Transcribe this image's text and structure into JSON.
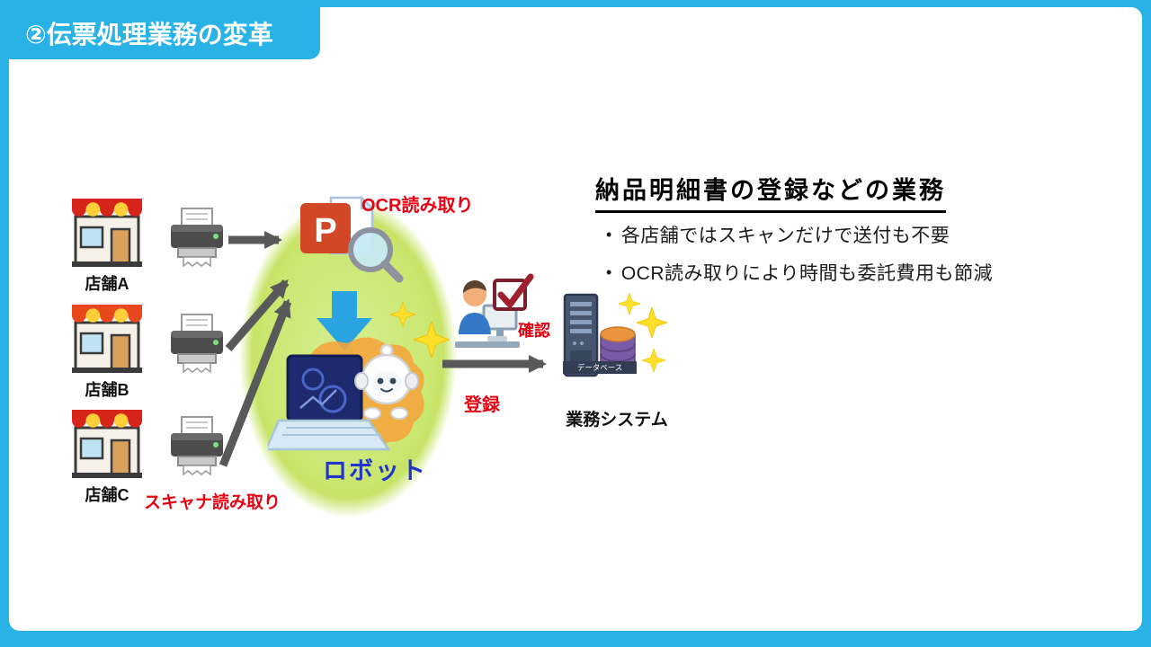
{
  "slide": {
    "title": "②伝票処理業務の変革"
  },
  "colors": {
    "frame_cyan": "#29b2e6",
    "highlight_red": "#e60012",
    "robot_blue": "#2433cc",
    "ellipse_green": "#cbe873",
    "arrow_gray": "#595959",
    "down_arrow_blue": "#2aa3e1",
    "sparkle_yellow": "#ffdf2b"
  },
  "stores": [
    {
      "label": "店舗A"
    },
    {
      "label": "店舗B"
    },
    {
      "label": "店舗C"
    }
  ],
  "flow": {
    "ocr_label": "OCR読み取り",
    "scanner_label": "スキャナ読み取り",
    "robot_label": "ロボット",
    "register_label": "登録",
    "confirm_label": "確認",
    "system_label": "業務システム",
    "database_label": "データベース",
    "doc_letter": "P"
  },
  "panel": {
    "heading": "納品明細書の登録などの業務",
    "bullets": [
      "各店舗ではスキャンだけで送付も不要",
      "OCR読み取りにより時間も委託費用も節減"
    ]
  },
  "icons": {
    "store": "storefront-icon",
    "printer": "printer-icon",
    "document": "powerpoint-document-icon",
    "magnifier": "magnifier-icon",
    "down_arrow": "down-arrow-icon",
    "robot": "robot-icon",
    "worker": "worker-icon",
    "checkbox": "checkbox-check-icon",
    "server": "server-icon",
    "database": "database-icon",
    "sparkle": "sparkle-icon"
  }
}
